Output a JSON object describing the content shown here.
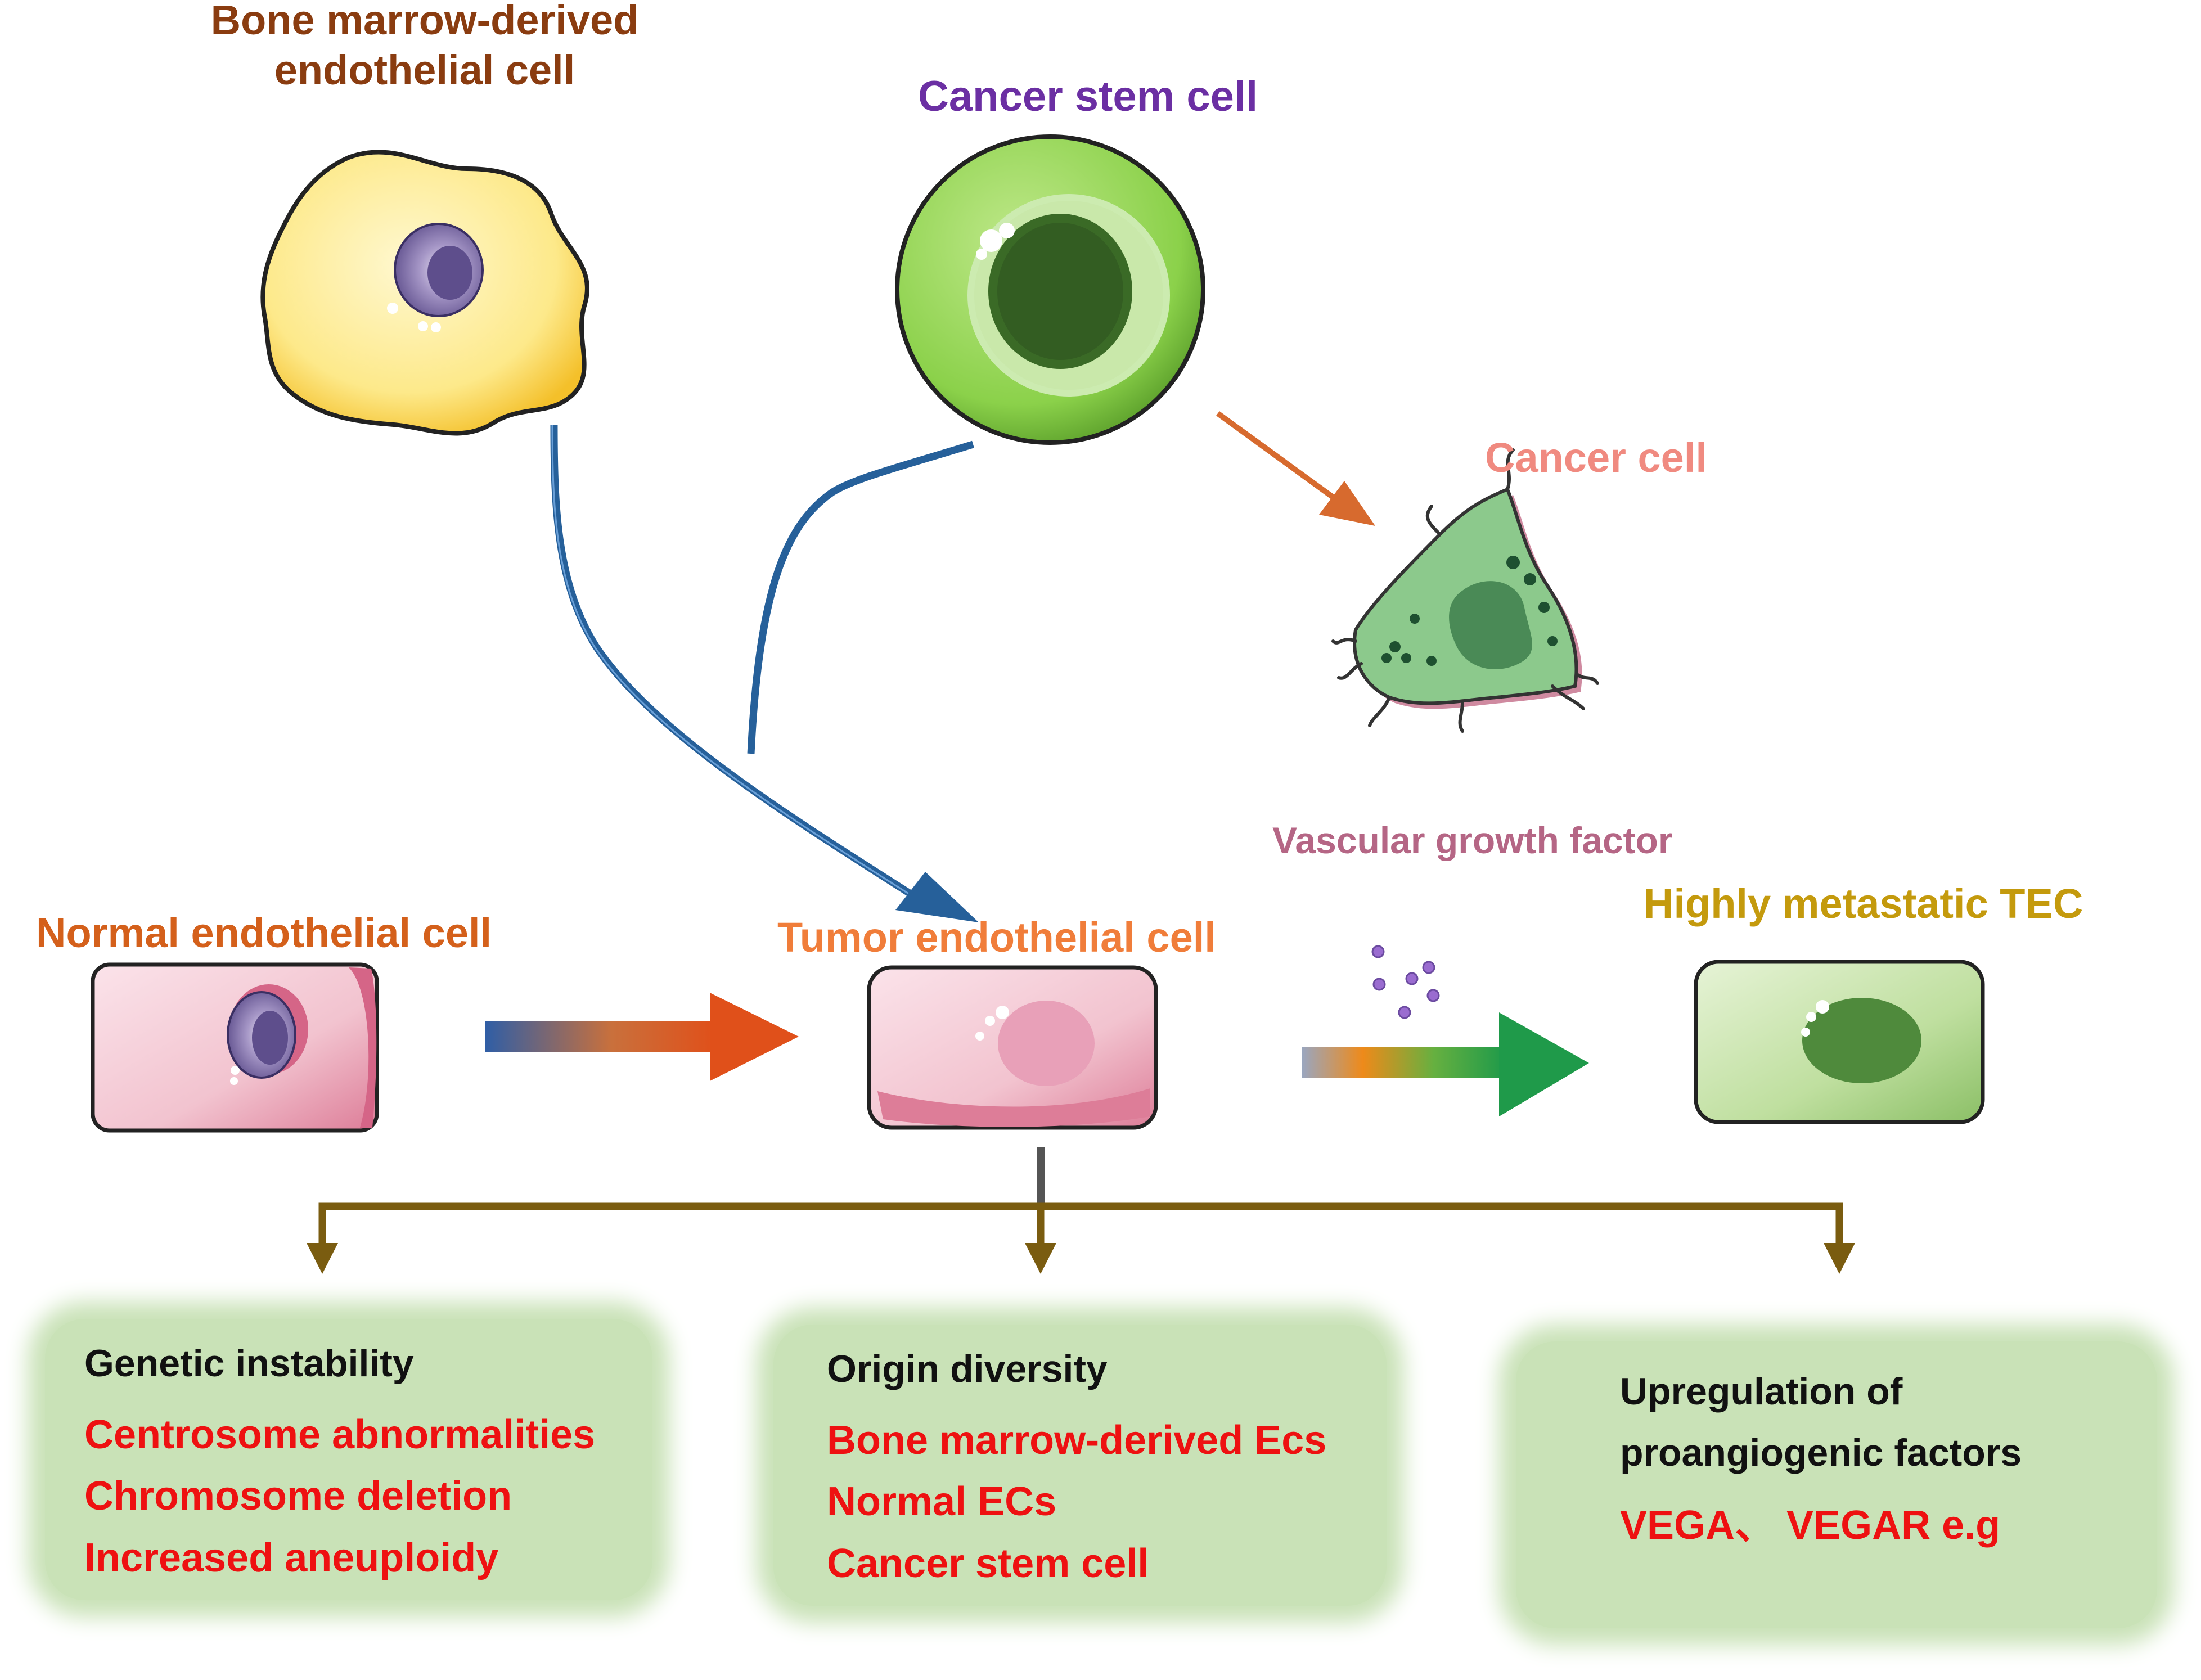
{
  "labels": {
    "bone_marrow_cell": "Bone marrow-derived\nendothelial cell",
    "cancer_stem_cell": "Cancer stem cell",
    "cancer_cell": "Cancer  cell",
    "vascular_growth_factor": "Vascular growth factor",
    "normal_endothelial_cell": "Normal endothelial cell",
    "tumor_endothelial_cell": "Tumor endothelial cell",
    "highly_metastatic_tec": "Highly metastatic TEC"
  },
  "boxes": [
    {
      "heading": "Genetic instability",
      "items": [
        "Centrosome abnormalities",
        "Chromosome deletion",
        "Increased aneuploidy"
      ]
    },
    {
      "heading": "Origin diversity",
      "items": [
        "Bone marrow-derived Ecs",
        "Normal ECs",
        "Cancer stem cell"
      ]
    },
    {
      "heading": "Upregulation of\nproangiogenic factors",
      "items": [
        "VEGA、 VEGAR e.g"
      ]
    }
  ],
  "colors": {
    "bone_marrow_label": "#8a3c10",
    "cancer_stem_label": "#6b2fa3",
    "cancer_cell_label": "#f08a80",
    "vascular_label": "#b56685",
    "normal_label": "#d4601b",
    "tumor_label": "#f07d3a",
    "metastatic_label": "#c49a0d",
    "blue_arrow": "#26609a",
    "orange_arrow": "#d76a2e",
    "bracket": "#7a5c10",
    "box_fill": "#c9e2b7",
    "box_heading": "#111111",
    "box_item": "#ee1111"
  }
}
